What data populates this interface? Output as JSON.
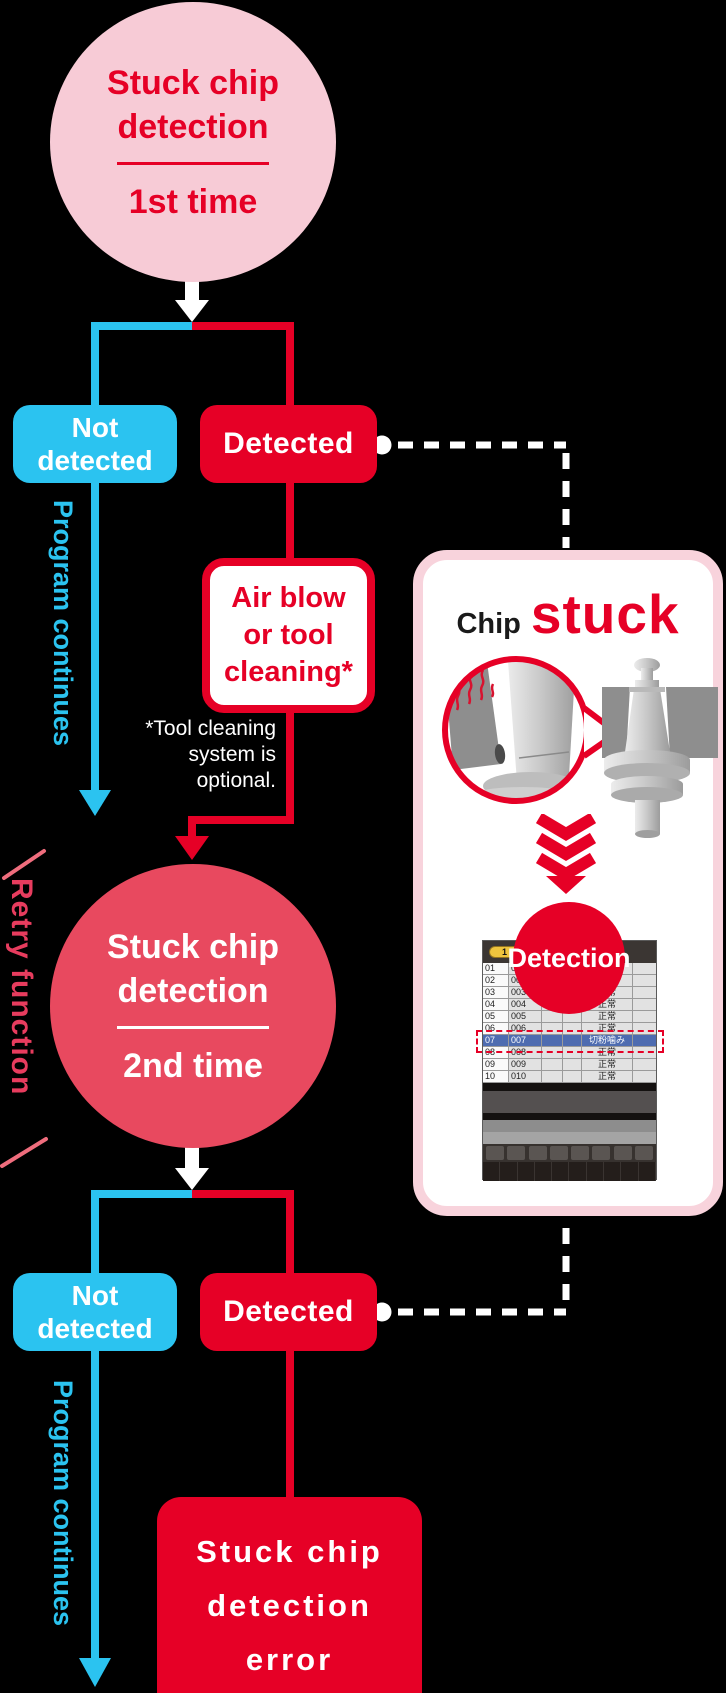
{
  "colors": {
    "bright_red": "#e60026",
    "rose_red": "#e8495f",
    "light_pink_circle": "#f7cbd6",
    "panel_border_pink": "#f8d3dc",
    "cyan": "#2bc3f0",
    "retry_text": "#e73c5e",
    "highlight_row_blue": "#4e6cb0",
    "badge_yellow": "#eec43e"
  },
  "flow": {
    "circle1": {
      "line1": "Stuck chip",
      "line2": "detection",
      "time": "1st time"
    },
    "branch1": {
      "not_detected_line1": "Not",
      "not_detected_line2": "detected",
      "detected": "Detected"
    },
    "program_continues": "Program continues",
    "air_blow": {
      "line1": "Air blow",
      "line2": "or tool",
      "line3": "cleaning*"
    },
    "note": {
      "line1": "*Tool cleaning",
      "line2": "system is",
      "line3": "optional."
    },
    "retry_label": "Retry function",
    "circle2": {
      "line1": "Stuck chip",
      "line2": "detection",
      "time": "2nd time"
    },
    "branch2": {
      "not_detected_line1": "Not",
      "not_detected_line2": "detected",
      "detected": "Detected"
    },
    "error_box": {
      "line1": "Stuck chip",
      "line2": "detection",
      "line3": "error"
    }
  },
  "panel": {
    "title": {
      "prefix": "Chip",
      "emphasis": "stuck"
    },
    "detection_badge": "Detection",
    "screen": {
      "tab_badge": "1",
      "rows": [
        {
          "no": "01",
          "code": "001",
          "status": ""
        },
        {
          "no": "02",
          "code": "002",
          "status": ""
        },
        {
          "no": "03",
          "code": "003",
          "status": "正常"
        },
        {
          "no": "04",
          "code": "004",
          "status": "正常"
        },
        {
          "no": "05",
          "code": "005",
          "status": "正常"
        },
        {
          "no": "06",
          "code": "006",
          "status": "正常"
        },
        {
          "no": "07",
          "code": "007",
          "status": "切粉噛み",
          "highlight": true
        },
        {
          "no": "08",
          "code": "008",
          "status": "正常"
        },
        {
          "no": "09",
          "code": "009",
          "status": "正常"
        },
        {
          "no": "10",
          "code": "010",
          "status": "正常"
        }
      ],
      "soft_button_count": 8,
      "key_count": 10
    }
  }
}
